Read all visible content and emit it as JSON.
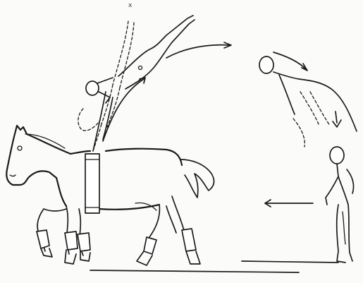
{
  "figure": {
    "top_mark": "x",
    "colors": {
      "ink": "#1b1b1b",
      "paper": "#fbfbfa"
    },
    "elements": [
      "horse",
      "vaulting-surcingle",
      "vaulter-handstand-figure",
      "dashed-swing-sequence",
      "flight-arc-arrow",
      "landing-sequence",
      "direction-arrow",
      "ground-lines"
    ]
  }
}
